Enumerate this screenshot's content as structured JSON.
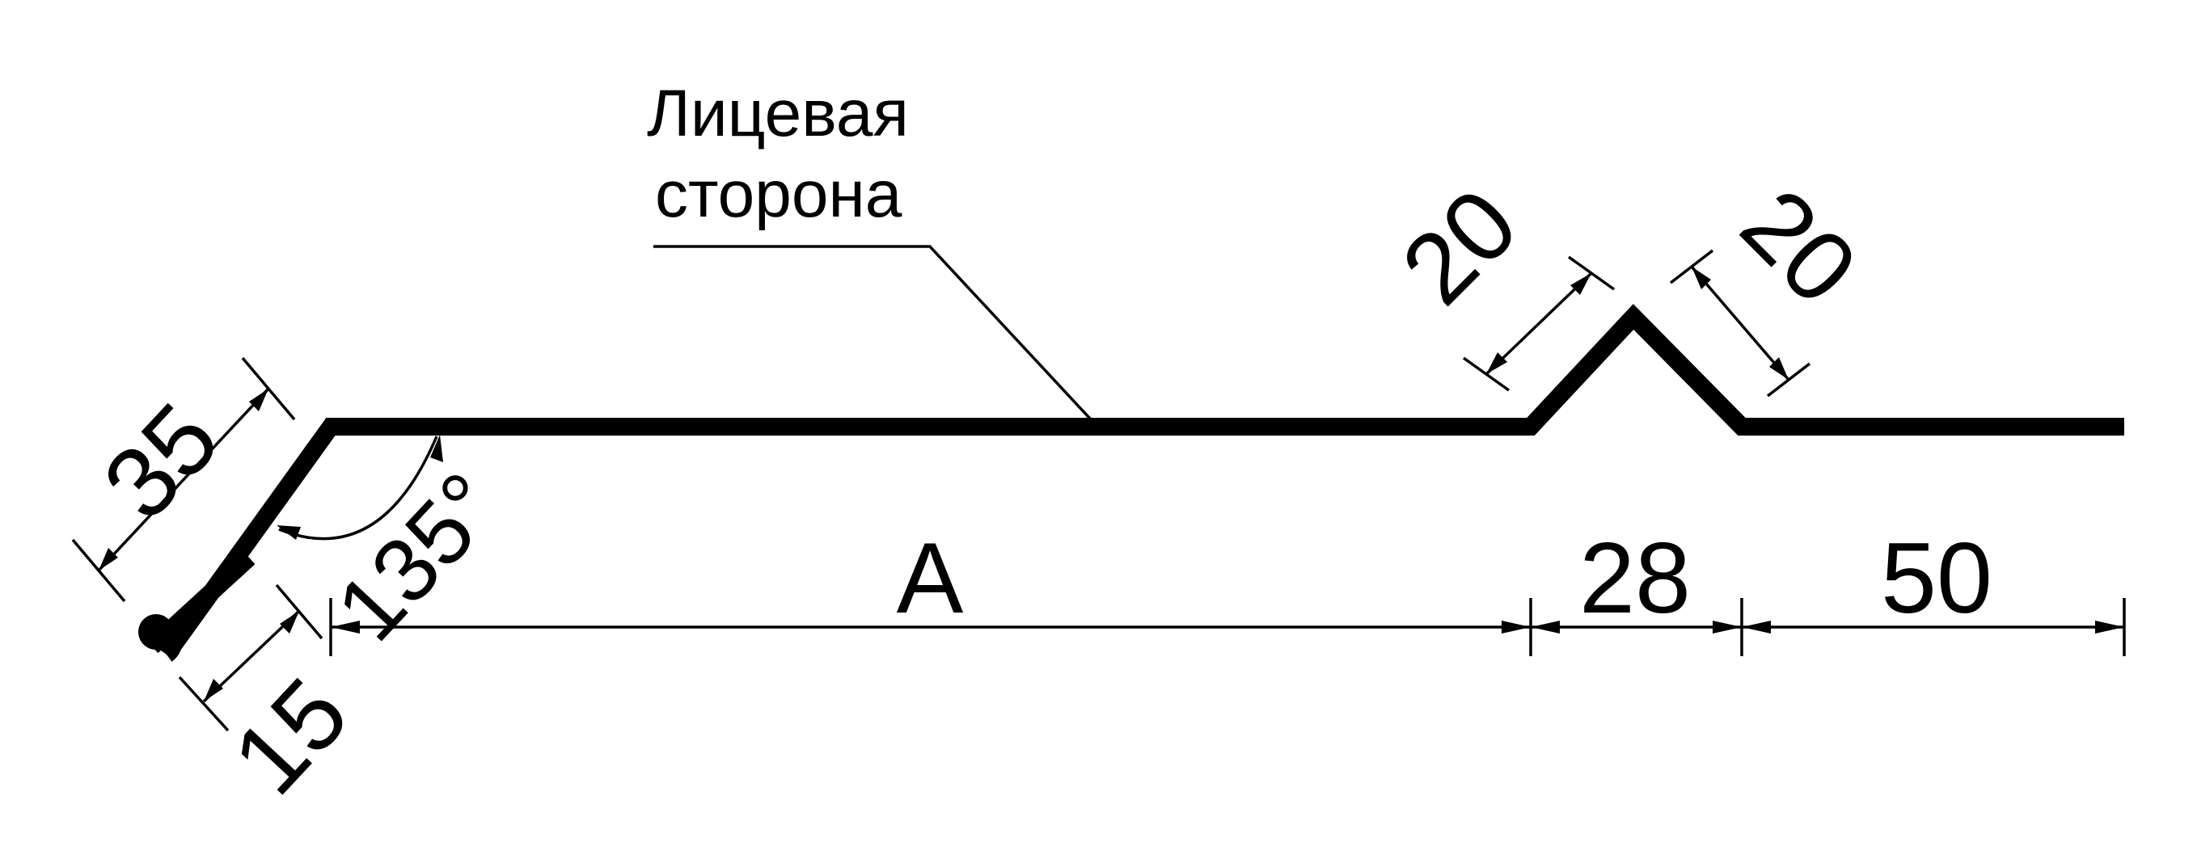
{
  "callout": {
    "line1": "Лицевая",
    "line2": "сторона"
  },
  "dimensions": {
    "hem_length": "35",
    "hem_return": "15",
    "bend_angle": "135°",
    "flat_width": "A",
    "rib_side_left": "20",
    "rib_side_right": "20",
    "rib_base": "28",
    "end_flat": "50"
  }
}
